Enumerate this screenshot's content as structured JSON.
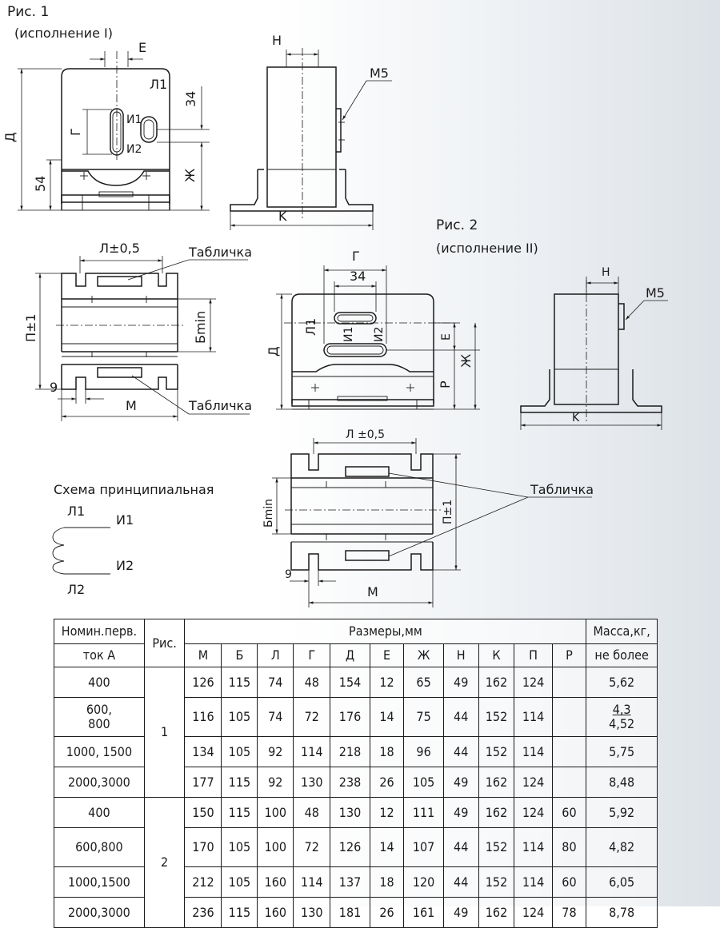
{
  "fig1": {
    "title": "Рис. 1",
    "subtitle": "(исполнение I)",
    "front": {
      "E": "E",
      "L1": "Л1",
      "d34": "34",
      "G": "Г",
      "I1": "И1",
      "I2": "И2",
      "D": "Д",
      "d54": "54",
      "Zh": "Ж"
    },
    "side": {
      "H": "H",
      "M5": "M5",
      "K": "K"
    },
    "top": {
      "L": "Л±0,5",
      "tab_top": "Табличка",
      "P": "П±1",
      "B": "Бmin",
      "d9": "9",
      "M": "М",
      "tab_bottom": "Табличка"
    }
  },
  "fig2": {
    "title": "Рис. 2",
    "subtitle": "(исполнение II)",
    "front": {
      "G": "Г",
      "d34": "34",
      "L1": "Л1",
      "I1": "И1",
      "I2": "И2",
      "D": "Д",
      "E": "E",
      "Zh": "Ж",
      "R": "Р"
    },
    "side": {
      "H": "H",
      "M5": "M5",
      "K": "K"
    },
    "top": {
      "L": "Л ±0,5",
      "tab": "Табличка",
      "B": "Бmin",
      "P": "П±1",
      "d9": "9",
      "M": "М"
    }
  },
  "schematic": {
    "title": "Схема принципиальная",
    "L1": "Л1",
    "I1": "И1",
    "I2": "И2",
    "L2": "Л2"
  },
  "table": {
    "col_nominal_line1": "Номин.перв.",
    "col_nominal_line2": "ток А",
    "col_fig": "Рис.",
    "col_dims": "Размеры,мм",
    "col_mass_line1": "Масса,кг,",
    "col_mass_line2": "не более",
    "dim_headers": [
      "М",
      "Б",
      "Л",
      "Г",
      "Д",
      "Е",
      "Ж",
      "Н",
      "К",
      "П",
      "Р"
    ],
    "fig_1": "1",
    "fig_2": "2",
    "rows": [
      {
        "nominal_a": "400",
        "nominal_b": "",
        "vals": [
          "126",
          "115",
          "74",
          "48",
          "154",
          "12",
          "65",
          "49",
          "162",
          "124",
          ""
        ],
        "mass_a": "5,62",
        "mass_b": ""
      },
      {
        "nominal_a": "600,",
        "nominal_b": "800",
        "vals": [
          "116",
          "105",
          "74",
          "72",
          "176",
          "14",
          "75",
          "44",
          "152",
          "114",
          ""
        ],
        "mass_a": "4,3",
        "mass_b": "4,52"
      },
      {
        "nominal_a": "1000, 1500",
        "nominal_b": "",
        "vals": [
          "134",
          "105",
          "92",
          "114",
          "218",
          "18",
          "96",
          "44",
          "152",
          "114",
          ""
        ],
        "mass_a": "5,75",
        "mass_b": ""
      },
      {
        "nominal_a": "2000,3000",
        "nominal_b": "",
        "vals": [
          "177",
          "115",
          "92",
          "130",
          "238",
          "26",
          "105",
          "49",
          "162",
          "124",
          ""
        ],
        "mass_a": "8,48",
        "mass_b": ""
      },
      {
        "nominal_a": "400",
        "nominal_b": "",
        "vals": [
          "150",
          "115",
          "100",
          "48",
          "130",
          "12",
          "111",
          "49",
          "162",
          "124",
          "60"
        ],
        "mass_a": "5,92",
        "mass_b": ""
      },
      {
        "nominal_a": "600,800",
        "nominal_b": "",
        "vals": [
          "170",
          "105",
          "100",
          "72",
          "126",
          "14",
          "107",
          "44",
          "152",
          "114",
          "80"
        ],
        "mass_a": "4,82",
        "mass_b": ""
      },
      {
        "nominal_a": "1000,1500",
        "nominal_b": "",
        "vals": [
          "212",
          "105",
          "160",
          "114",
          "137",
          "18",
          "120",
          "44",
          "152",
          "114",
          "60"
        ],
        "mass_a": "6,05",
        "mass_b": ""
      },
      {
        "nominal_a": "2000,3000",
        "nominal_b": "",
        "vals": [
          "236",
          "115",
          "160",
          "130",
          "181",
          "26",
          "161",
          "49",
          "162",
          "124",
          "78"
        ],
        "mass_a": "8,78",
        "mass_b": ""
      }
    ]
  }
}
